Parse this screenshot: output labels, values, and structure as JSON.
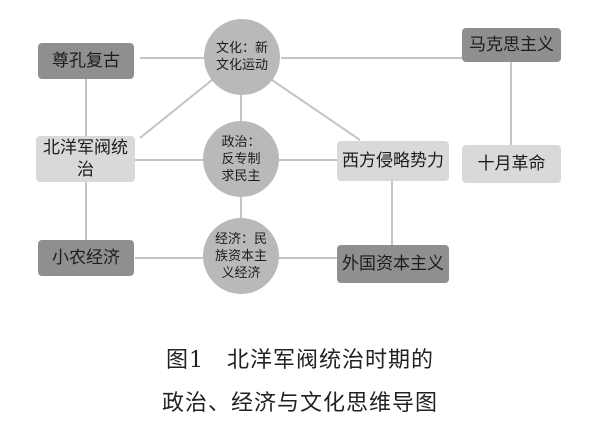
{
  "nodes": {
    "zunkong": "尊孔复古",
    "beiyang": "北洋军阀统治",
    "xiaonong": "小农经济",
    "culture": "文化：新\n文化运动",
    "politics": "政治：\n反专制\n求民主",
    "economy": "经济：民\n族资本主\n义经济",
    "marxism": "马克思主义",
    "western": "西方侵略势力",
    "october": "十月革命",
    "foreign_capital": "外国资本主义"
  },
  "caption": {
    "line1": "图1　北洋军阀统治时期的",
    "line2": "政治、经济与文化思维导图"
  }
}
